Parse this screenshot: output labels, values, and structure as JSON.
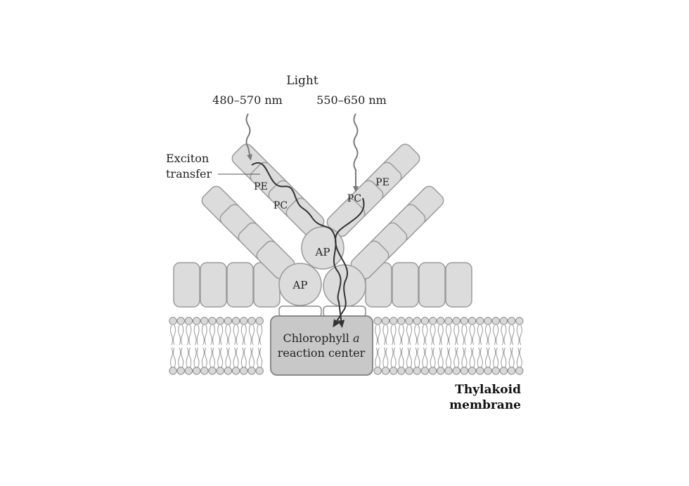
{
  "light": {
    "title": "Light",
    "wavelength_left": "480–570 nm",
    "wavelength_right": "550–650 nm"
  },
  "exciton": {
    "line1": "Exciton",
    "line2": "transfer"
  },
  "proteins": {
    "pe_left": "PE",
    "pc_left": "PC",
    "pe_right": "PE",
    "pc_right": "PC",
    "ap_top": "AP",
    "ap_left": "AP"
  },
  "reaction_center": {
    "line1_text": "Chlorophyll ",
    "line1_italic": "a",
    "line2": "reaction center"
  },
  "membrane": {
    "line1": "Thylakoid",
    "line2": "membrane"
  }
}
